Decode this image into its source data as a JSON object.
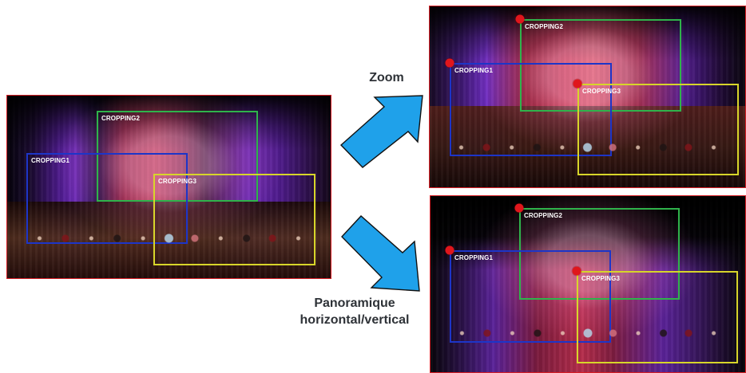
{
  "labels": {
    "zoom": "Zoom",
    "pan": "Panoramique\nhorizontal/vertical"
  },
  "main_frame": {
    "crops": [
      {
        "label": "CROPPING2",
        "color": "#2fb34b"
      },
      {
        "label": "CROPPING1",
        "color": "#1d35c8"
      },
      {
        "label": "CROPPING3",
        "color": "#d7d52a"
      }
    ]
  },
  "zoom_frame": {
    "crops": [
      {
        "label": "CROPPING2",
        "color": "#2fb34b"
      },
      {
        "label": "CROPPING1",
        "color": "#1d35c8"
      },
      {
        "label": "CROPPING3",
        "color": "#d7d52a"
      }
    ]
  },
  "pan_frame": {
    "crops": [
      {
        "label": "CROPPING2",
        "color": "#2fb34b"
      },
      {
        "label": "CROPPING1",
        "color": "#1d35c8"
      },
      {
        "label": "CROPPING3",
        "color": "#d7d52a"
      }
    ]
  },
  "colors": {
    "frame_border": "#d81f26",
    "arrow_fill": "#1fa1ea",
    "arrow_stroke": "#111111",
    "dot": "#e0161c",
    "text": "#2e3237"
  }
}
